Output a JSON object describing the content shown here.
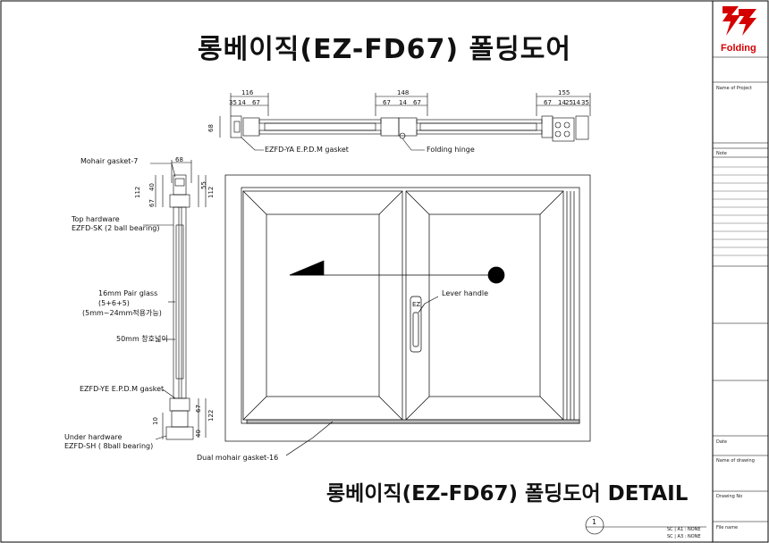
{
  "title_main": "롱베이직(EZ-FD67) 폴딩도어",
  "title_sub": "롱베이직(EZ-FD67) 폴딩도어 DETAIL",
  "brand": {
    "name": "Folding",
    "color": "#d40000"
  },
  "title_block": {
    "name_of_project": "Name of Project",
    "note": "Note",
    "date": "Date",
    "name_of_drawing": "Name of drawing",
    "drawing_no": "Drawing No",
    "file_name": "File name"
  },
  "sheet_number": "1",
  "scale": {
    "a1": "SC  |  A1 : NONE",
    "a3": "SC  |  A3 : NONE"
  },
  "plan_dims": {
    "left_total": "116",
    "left_parts": [
      "35",
      "14",
      "67"
    ],
    "left_height": "68",
    "mid_total": "148",
    "mid_parts": [
      "67",
      "14",
      "67"
    ],
    "right_total": "155",
    "right_parts": [
      "67",
      "14",
      "25",
      "14",
      "35"
    ]
  },
  "section_dims": {
    "top_width": "68",
    "top_40": "40",
    "top_67": "67",
    "top_112": "112",
    "top_55": "55",
    "top_112b": "112",
    "bot_67": "67",
    "bot_10": "10",
    "bot_40": "40",
    "bot_122": "122"
  },
  "callouts": {
    "ya_gasket": "EZFD-YA E.P.D.M gasket",
    "folding_hinge": "Folding hinge",
    "mohair": "Mohair gasket-7",
    "top_hw_1": "Top hardware",
    "top_hw_2": "EZFD-SK (2 ball bearing)",
    "glass_1": "16mm Pair glass",
    "glass_2": "(5+6+5)",
    "glass_3": "(5mm~24mm적용가능)",
    "frame_50": "50mm 창호넓이",
    "ye_gasket": "EZFD-YE E.P.D.M gasket",
    "under_hw_1": "Under hardware",
    "under_hw_2": "EZFD-SH ( 8ball bearing)",
    "lever": "Lever handle",
    "handle_mark": "EZ",
    "dual_mohair": "Dual mohair gasket-16"
  }
}
